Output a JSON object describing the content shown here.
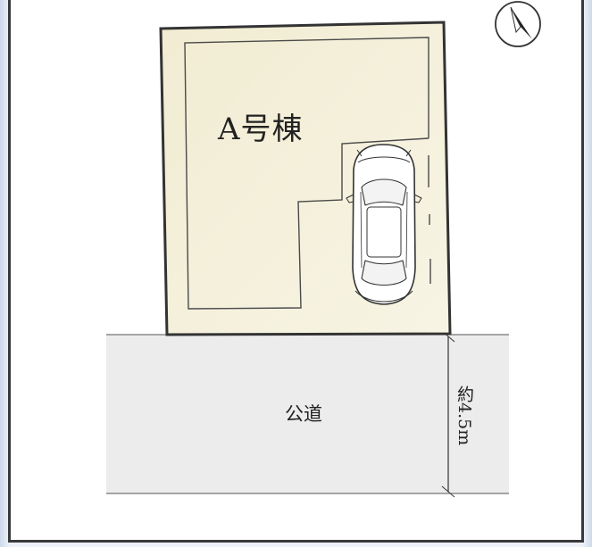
{
  "site_plan": {
    "building_label": "A号棟",
    "road_label": "公道",
    "road_width_label": "約4.5m",
    "icons": {
      "north_arrow": "compass-north-icon",
      "car": "car-icon"
    },
    "colors": {
      "lot_fill": "#f3efd6",
      "lot_border": "#333333",
      "road_fill": "#ececec",
      "frame_border": "#3a3a3a",
      "side_accent": "#cdd9ea"
    }
  }
}
